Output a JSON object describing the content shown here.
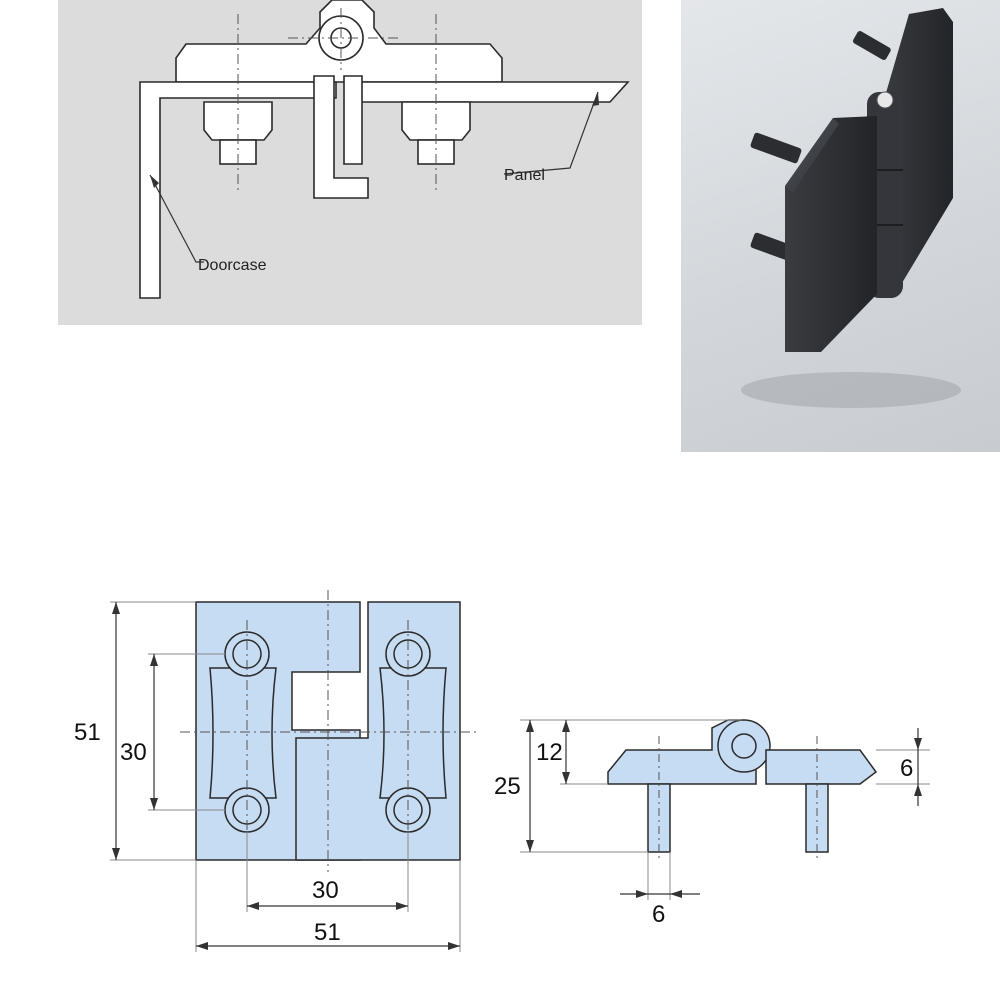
{
  "install_diagram": {
    "panel_label": "Panel",
    "doorcase_label": "Doorcase"
  },
  "dimension_drawing": {
    "front_width_total": "51",
    "front_height_total": "51",
    "front_hole_spacing_horizontal": "30",
    "front_hole_spacing_vertical": "30",
    "side_total_height": "25",
    "side_plate_height": "12",
    "side_leaf_thickness": "6",
    "side_stud_diameter": "6"
  },
  "colors": {
    "diagram_background": "#dcdcdc",
    "hinge_fill": "#c6dcf2",
    "line": "#2a2a2a",
    "hinge_photo": "#2b2d31"
  }
}
